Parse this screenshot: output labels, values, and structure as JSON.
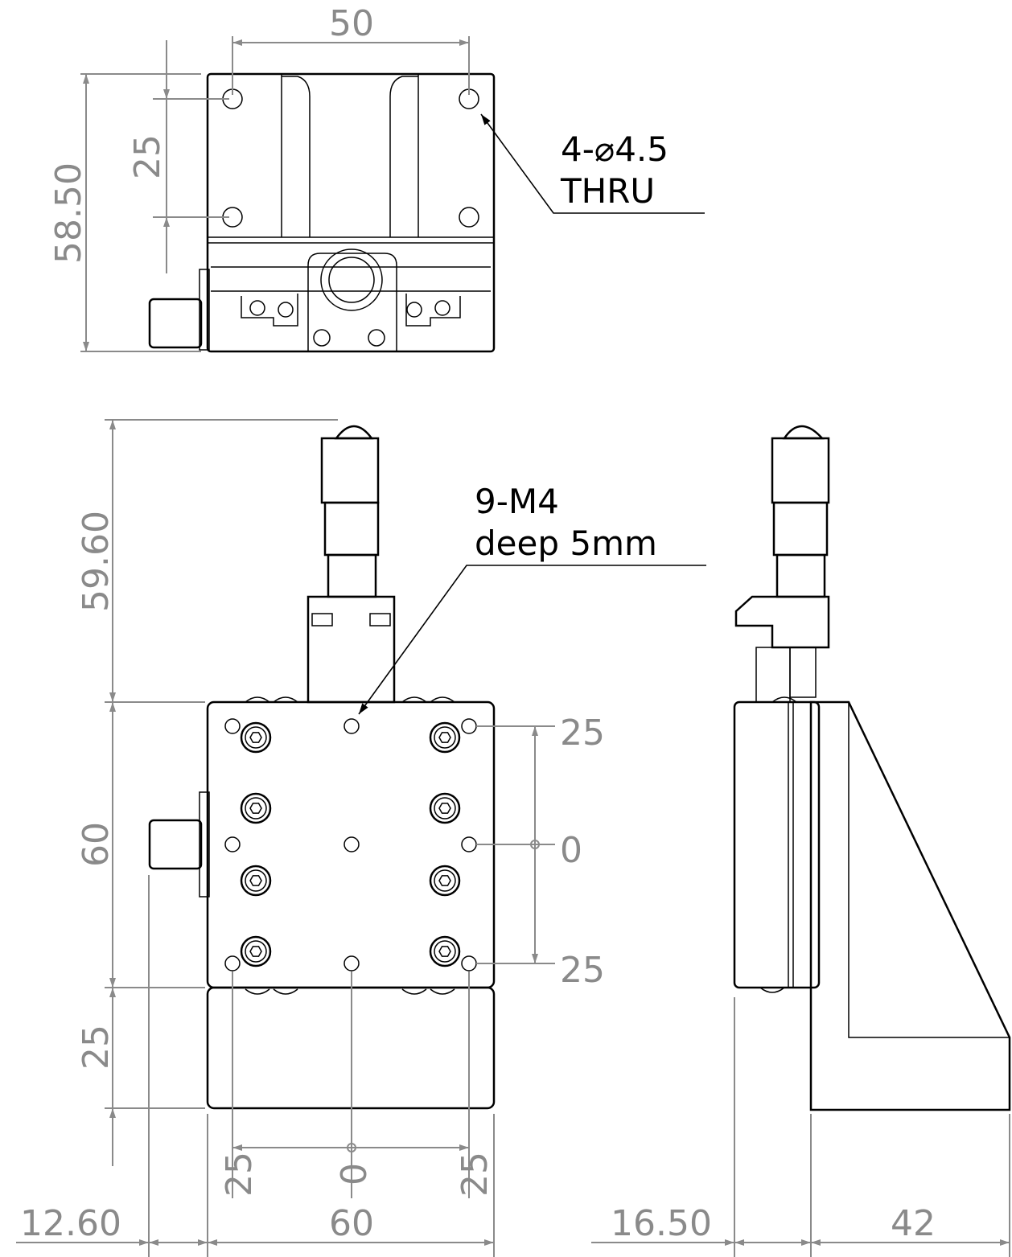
{
  "top_view": {
    "dim_width": "50",
    "dim_hole_spacing": "25",
    "dim_height": "58.50",
    "note_holes_count": "4-",
    "note_diameter_symbol": "⌀",
    "note_diameter": "4.5",
    "note_thru": "THRU"
  },
  "front_view": {
    "dim_micrometer": "59.60",
    "dim_body": "60",
    "dim_lower": "25",
    "note_tapped": "9-M4",
    "note_depth": "deep 5mm",
    "right_ticks": [
      "25",
      "0",
      "25"
    ],
    "bottom_ticks": [
      "25",
      "0",
      "25"
    ],
    "dim_offset": "12.60",
    "dim_width": "60"
  },
  "side_view": {
    "dim_offset": "16.50",
    "dim_width": "42"
  }
}
